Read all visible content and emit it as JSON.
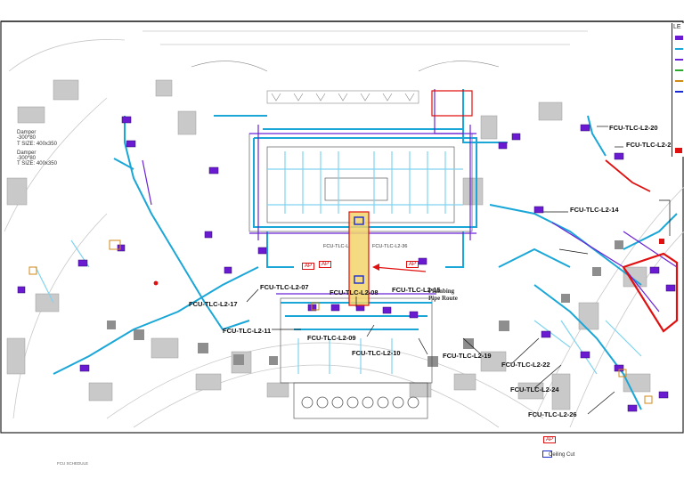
{
  "drawing": {
    "legend_heading": "LE",
    "bottom_left_note": "FCU SCHEDULE",
    "plumbing_note": "Plumbing\nPipe Route",
    "damper_notes": [
      "Damper",
      "-300*80",
      "T SIZE: 400x350",
      "Damper",
      "-300*80",
      "T SIZE: 400x350"
    ]
  },
  "fcu_labels": [
    "FCU-TLC-L2-20",
    "FCU-TLC-L2-2",
    "FCU-TLC-L2-14",
    "FCU-TLC-L2-17",
    "FCU-TLC-L2-07",
    "FCU-TLC-L2-08",
    "FCU-TLC-L2-15",
    "FCU-TLC-L2-11",
    "FCU-TLC-L2-09",
    "FCU-TLC-L2-10",
    "FCU-TLC-L2-19",
    "FCU-TLC-L2-22",
    "FCU-TLC-L2-24",
    "FCU-TLC-L2-26",
    "FCU-TLC-L",
    "FCU-TLC-L2-36"
  ],
  "ap_tags": [
    "AP",
    "AP",
    "AP"
  ],
  "legend": {
    "ap_label": "AP",
    "ceiling_cut_label": "Ceiling Cut"
  },
  "colors": {
    "duct": "#1aa7d8",
    "duct_light": "#7fd4f0",
    "pipe": "#6b23d6",
    "purple_unit": "#6a1bd1",
    "red": "#e01010",
    "yellow_highlight": "#f2d36b",
    "wall_gray": "#b8b8b8",
    "wall_dark": "#808080"
  }
}
